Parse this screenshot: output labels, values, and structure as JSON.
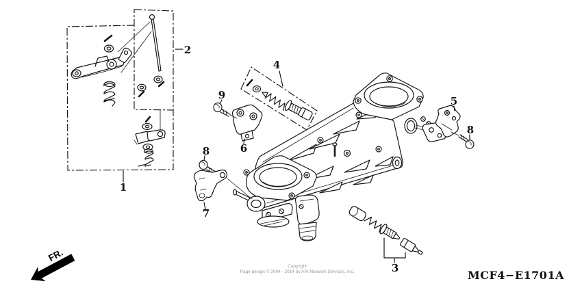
{
  "figure": {
    "fr_label": "FR.",
    "diagram_code": "MCF4−E1701A",
    "copyright": {
      "line1": "Copyright",
      "line2": "Page design © 2004 - 2014 by ARI Network Services, Inc."
    },
    "callouts": {
      "n1": "1",
      "n2": "2",
      "n3": "3",
      "n4": "4",
      "n5": "5",
      "n6": "6",
      "n7": "7",
      "n8_left": "8",
      "n8_right": "8",
      "n9": "9"
    }
  },
  "colors": {
    "line": "#161616",
    "muted_text": "#989898",
    "background": "#ffffff"
  }
}
